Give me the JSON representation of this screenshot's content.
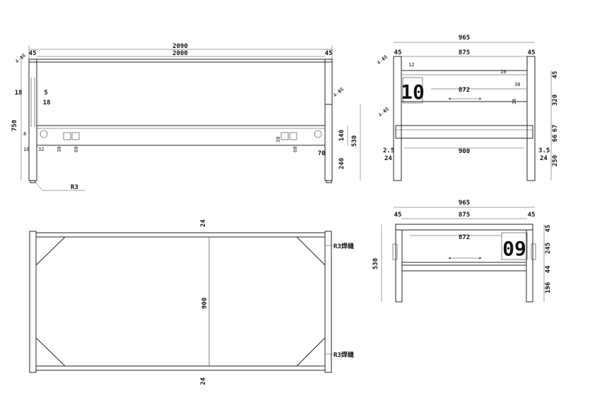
{
  "side_view": {
    "dims": {
      "overall_width": "2090",
      "inner_width": "2000",
      "left_post": "45",
      "right_post": "45",
      "height": "750",
      "top_offset": "18",
      "slot_5": "5",
      "slot_18": "18",
      "hole_label_left": "4-Φ8",
      "hole_label_right": "4-Φ8",
      "rail_140": "140",
      "total_530": "530",
      "leg_240": "240",
      "foot_70": "70",
      "d_30_l": "30",
      "d_60_l": "60",
      "d_30_r": "30",
      "d_60_r": "60",
      "d_32": "32",
      "d_8": "8",
      "d_10": "10",
      "radius": "R3"
    }
  },
  "end_view_top": {
    "dims": {
      "overall": "965",
      "inner": "875",
      "post_l": "45",
      "post_r": "45",
      "inner_872": "872",
      "rail_900": "900",
      "h_45": "45",
      "h_320": "320",
      "h_66": "66",
      "h_67": "67",
      "h_250": "250",
      "off_l": "2.5",
      "off_r": "3.5",
      "w_24_l": "24",
      "w_24_r": "24",
      "hole_a": "4-Φ8",
      "hole_b": "4-Φ8",
      "small_10": "10",
      "small_26": "26",
      "small_30": "30",
      "small_12": "12",
      "badge": "10"
    }
  },
  "plan_view": {
    "dims": {
      "rail_top": "24",
      "rail_bottom": "24",
      "depth_900": "900",
      "weld_top": "R3焊缝",
      "weld_bottom": "R3焊缝"
    }
  },
  "end_view_bottom": {
    "dims": {
      "overall": "965",
      "inner": "875",
      "post_l": "45",
      "post_r": "45",
      "inner_872": "872",
      "total_530": "530",
      "h_45": "45",
      "h_245": "245",
      "h_44": "44",
      "h_196": "196",
      "badge": "09"
    }
  }
}
